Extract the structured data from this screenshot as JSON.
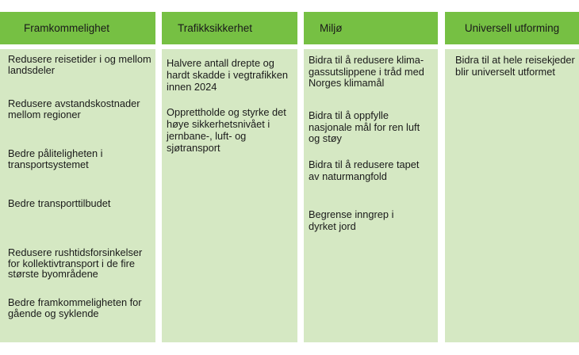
{
  "columns": [
    {
      "title": "Framkommelighet",
      "items": [
        "Redusere reisetider i og mellom landsdeler",
        "Redusere avstandskostnader mellom regioner",
        "Bedre påliteligheten i transportsystemet",
        "Bedre transporttilbudet",
        "Redusere rushtidsforsinkelser for kollektivtransport i de fire største byområdene",
        "Bedre framkommeligheten for gående og syklende"
      ]
    },
    {
      "title": "Trafikksikkerhet",
      "items": [
        "Halvere antall drepte og hardt skadde i vegtrafikken innen 2024",
        "Opprettholde og styrke det høye sikkerhetsnivået i jernbane-, luft- og sjøtransport"
      ]
    },
    {
      "title": "Miljø",
      "items": [
        "Bidra til å redusere klima-gassutslippene i tråd med Norges klimamål",
        "Bidra til å oppfylle nasjonale mål for ren luft og støy",
        "Bidra til å redusere tapet av naturmangfold",
        "Begrense inngrep i dyrket jord"
      ]
    },
    {
      "title": "Universell utforming",
      "items": [
        "Bidra til at hele reisekjeder blir universelt utformet"
      ]
    }
  ],
  "colors": {
    "header": "#76c043",
    "body": "#d5e8c3"
  }
}
